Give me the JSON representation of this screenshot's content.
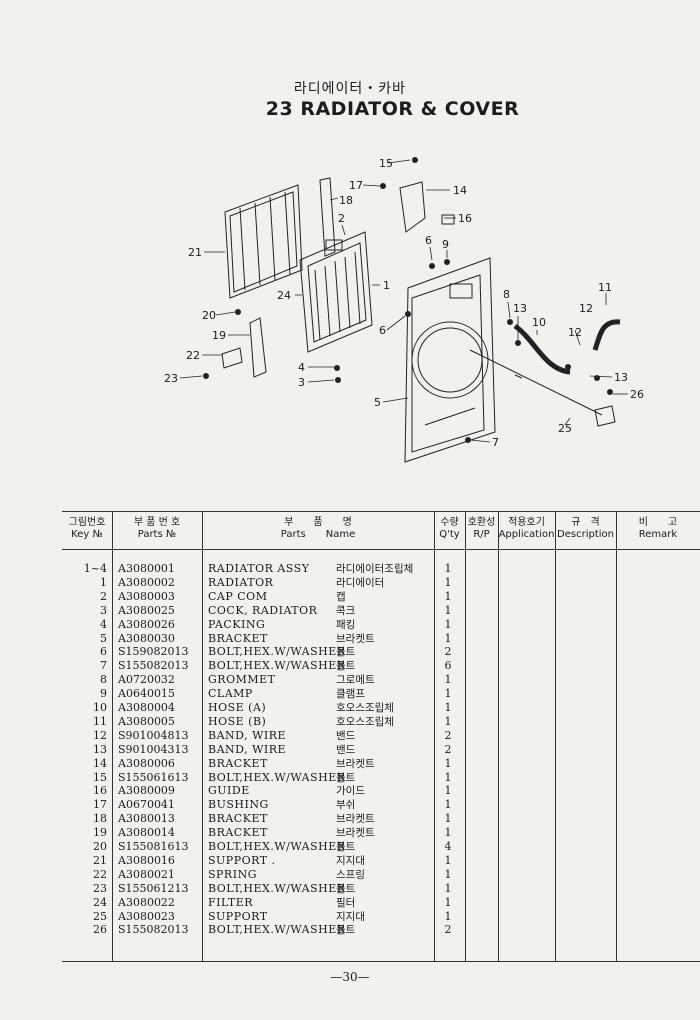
{
  "title": {
    "korean": "라디에이터・카바",
    "english": "23 RADIATOR & COVER"
  },
  "diagram": {
    "callouts": [
      "15",
      "17",
      "18",
      "14",
      "16",
      "2",
      "6",
      "9",
      "21",
      "1",
      "24",
      "8",
      "13",
      "10",
      "11",
      "12",
      "20",
      "6",
      "19",
      "4",
      "22",
      "3",
      "23",
      "5",
      "12",
      "13",
      "26",
      "25",
      "7"
    ]
  },
  "table": {
    "headers": {
      "key_ko": "그림번호",
      "key_en": "Key №",
      "part_ko": "부 품 번 호",
      "part_en": "Parts №",
      "name_ko": "부　　품　　명",
      "name_en": "Parts　　Name",
      "qty_ko": "수량",
      "qty_en": "Q'ty",
      "rp_ko": "호환성",
      "rp_en": "R/P",
      "app_ko": "적용호기",
      "app_en": "Application",
      "desc_ko": "규　격",
      "desc_en": "Description",
      "remark_ko": "비　　고",
      "remark_en": "Remark"
    },
    "rows": [
      {
        "key": "1~4",
        "part": "A3080001",
        "name": "RADIATOR ASSY",
        "ko": "라디에이터조립체",
        "qty": "1"
      },
      {
        "key": "1",
        "part": "A3080002",
        "name": "RADIATOR",
        "ko": "라디에이터",
        "qty": "1"
      },
      {
        "key": "2",
        "part": "A3080003",
        "name": "CAP COM",
        "ko": "캡",
        "qty": "1"
      },
      {
        "key": "3",
        "part": "A3080025",
        "name": "COCK, RADIATOR",
        "ko": "콕크",
        "qty": "1"
      },
      {
        "key": "4",
        "part": "A3080026",
        "name": "PACKING",
        "ko": "패킹",
        "qty": "1"
      },
      {
        "key": "5",
        "part": "A3080030",
        "name": "BRACKET",
        "ko": "브라켓트",
        "qty": "1"
      },
      {
        "key": "6",
        "part": "S159082013",
        "name": "BOLT,HEX.W/WASHER",
        "ko": "볼트",
        "qty": "2"
      },
      {
        "key": "7",
        "part": "S155082013",
        "name": "BOLT,HEX.W/WASHER",
        "ko": "볼트",
        "qty": "6"
      },
      {
        "key": "8",
        "part": "A0720032",
        "name": "GROMMET",
        "ko": "그로메트",
        "qty": "1"
      },
      {
        "key": "9",
        "part": "A0640015",
        "name": "CLAMP",
        "ko": "클램프",
        "qty": "1"
      },
      {
        "key": "10",
        "part": "A3080004",
        "name": "HOSE (A)",
        "ko": "호오스조립체",
        "qty": "1"
      },
      {
        "key": "11",
        "part": "A3080005",
        "name": "HOSE (B)",
        "ko": "호오스조립체",
        "qty": "1"
      },
      {
        "key": "12",
        "part": "S901004813",
        "name": "BAND, WIRE",
        "ko": "밴드",
        "qty": "2"
      },
      {
        "key": "13",
        "part": "S901004313",
        "name": "BAND, WIRE",
        "ko": "밴드",
        "qty": "2"
      },
      {
        "key": "14",
        "part": "A3080006",
        "name": "BRACKET",
        "ko": "브라켓트",
        "qty": "1"
      },
      {
        "key": "15",
        "part": "S155061613",
        "name": "BOLT,HEX.W/WASHER",
        "ko": "볼트",
        "qty": "1"
      },
      {
        "key": "16",
        "part": "A3080009",
        "name": "GUIDE",
        "ko": "가이드",
        "qty": "1"
      },
      {
        "key": "17",
        "part": "A0670041",
        "name": "BUSHING",
        "ko": "부쉬",
        "qty": "1"
      },
      {
        "key": "18",
        "part": "A3080013",
        "name": "BRACKET",
        "ko": "브라켓트",
        "qty": "1"
      },
      {
        "key": "19",
        "part": "A3080014",
        "name": "BRACKET",
        "ko": "브라켓트",
        "qty": "1"
      },
      {
        "key": "20",
        "part": "S155081613",
        "name": "BOLT,HEX.W/WASHER",
        "ko": "볼트",
        "qty": "4"
      },
      {
        "key": "21",
        "part": "A3080016",
        "name": "SUPPORT .",
        "ko": "지지대",
        "qty": "1"
      },
      {
        "key": "22",
        "part": "A3080021",
        "name": "SPRING",
        "ko": "스프링",
        "qty": "1"
      },
      {
        "key": "23",
        "part": "S155061213",
        "name": "BOLT,HEX.W/WASHER",
        "ko": "볼트",
        "qty": "1"
      },
      {
        "key": "24",
        "part": "A3080022",
        "name": "FILTER",
        "ko": "필터",
        "qty": "1"
      },
      {
        "key": "25",
        "part": "A3080023",
        "name": "SUPPORT",
        "ko": "지지대",
        "qty": "1"
      },
      {
        "key": "26",
        "part": "S155082013",
        "name": "BOLT,HEX.W/WASHER",
        "ko": "볼트",
        "qty": "2"
      }
    ]
  },
  "page_number": "—30—"
}
